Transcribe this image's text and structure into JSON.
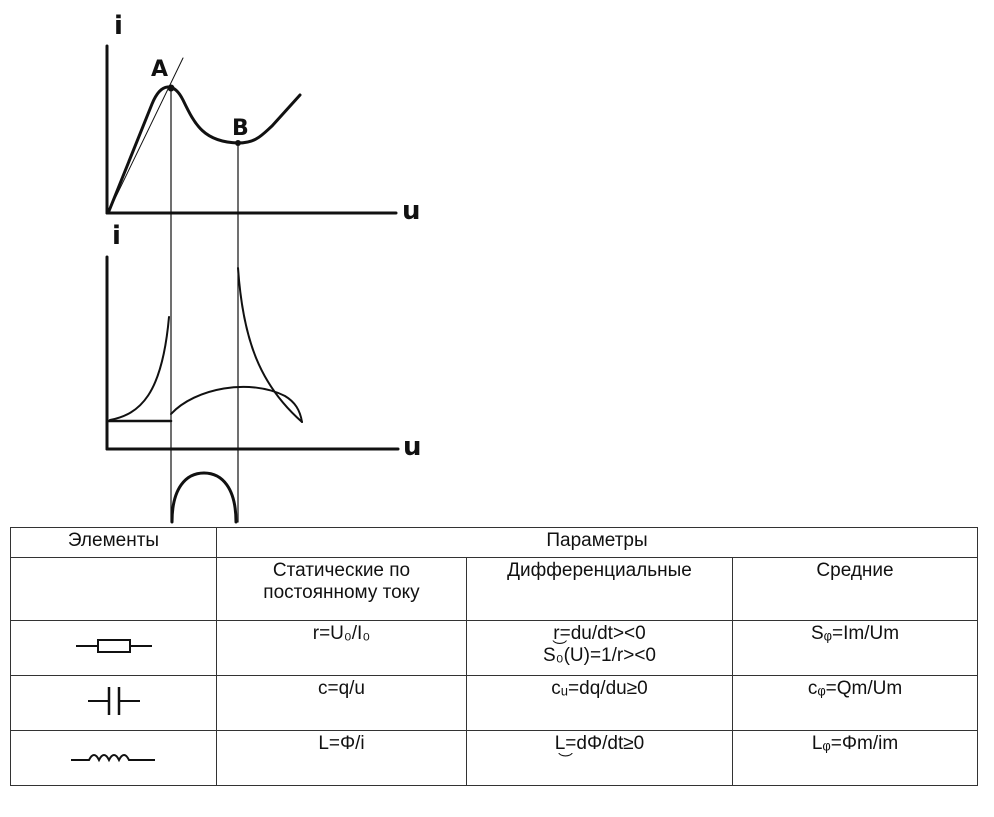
{
  "graph": {
    "top_i_label": "i",
    "top_u_label": "u",
    "mid_i_label": "i",
    "mid_u_label": "u",
    "point_a": "A",
    "point_b": "B"
  },
  "table": {
    "header_elements": "Элементы",
    "header_params": "Параметры",
    "sub_static": "Статические по постоянному току",
    "sub_diff": "Дифференциальные",
    "sub_avg": "Средние",
    "rows": [
      {
        "symbol": "resistor-icon",
        "static": "r=U₀/I₀",
        "diff1": "r͜=du/dt><0",
        "diff2": "S₀(U)=1/r><0",
        "avg": "Sᵩ=Im/Um"
      },
      {
        "symbol": "capacitor-icon",
        "static": "c=q/u",
        "diff1": "cᵤ=dq/du≥0",
        "diff2": "",
        "avg": "cᵩ=Qm/Um"
      },
      {
        "symbol": "inductor-icon",
        "static": "L=Φ/i",
        "diff1": "L͜=dΦ/dt≥0",
        "diff2": "",
        "avg": "Lᵩ=Φm/im"
      }
    ]
  }
}
